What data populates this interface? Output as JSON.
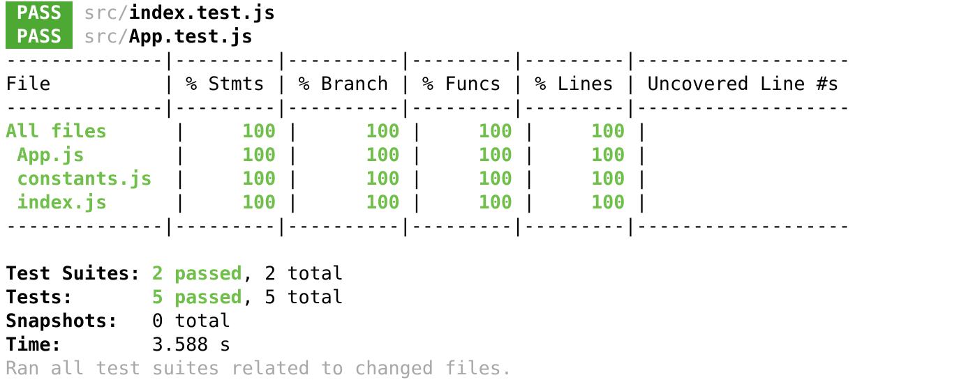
{
  "results": [
    {
      "status": "PASS",
      "dir": "src/",
      "file": "index.test.js"
    },
    {
      "status": "PASS",
      "dir": "src/",
      "file": "App.test.js"
    }
  ],
  "coverage": {
    "separator": "--------------|---------|----------|---------|---------|-------------------",
    "header": "File          | % Stmts | % Branch | % Funcs | % Lines | Uncovered Line #s ",
    "rows": [
      {
        "file": "All files     ",
        "sep1": " | ",
        "stmts": "    100",
        "sep2": " | ",
        "branch": "     100",
        "sep3": " | ",
        "funcs": "    100",
        "sep4": " | ",
        "lines": "    100",
        "sep5": " | "
      },
      {
        "file": " App.js       ",
        "sep1": " | ",
        "stmts": "    100",
        "sep2": " | ",
        "branch": "     100",
        "sep3": " | ",
        "funcs": "    100",
        "sep4": " | ",
        "lines": "    100",
        "sep5": " | "
      },
      {
        "file": " constants.js ",
        "sep1": " | ",
        "stmts": "    100",
        "sep2": " | ",
        "branch": "     100",
        "sep3": " | ",
        "funcs": "    100",
        "sep4": " | ",
        "lines": "    100",
        "sep5": " | "
      },
      {
        "file": " index.js     ",
        "sep1": " | ",
        "stmts": "    100",
        "sep2": " | ",
        "branch": "     100",
        "sep3": " | ",
        "funcs": "    100",
        "sep4": " | ",
        "lines": "    100",
        "sep5": " | "
      }
    ]
  },
  "summary": {
    "suites_label": "Test Suites: ",
    "suites_passed": "2 passed",
    "suites_total": ", 2 total",
    "tests_label": "Tests:       ",
    "tests_passed": "5 passed",
    "tests_total": ", 5 total",
    "snapshots_label": "Snapshots:   ",
    "snapshots_value": "0 total",
    "time_label": "Time:        ",
    "time_value": "3.588 s",
    "footer": "Ran all test suites related to changed files."
  },
  "colors": {
    "pass_badge": "#4ea834",
    "green_text": "#6fbf4a",
    "dim_text": "#a8a8a8"
  }
}
